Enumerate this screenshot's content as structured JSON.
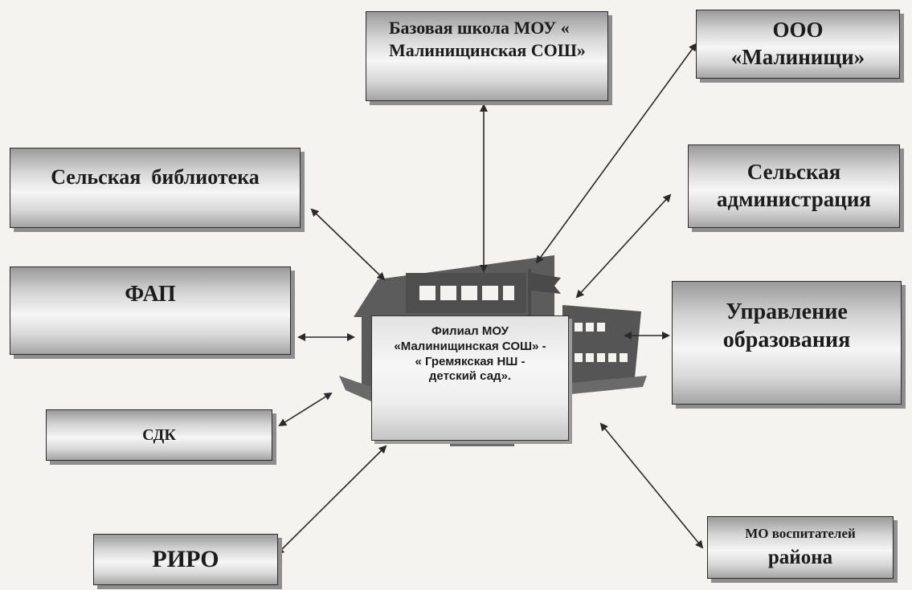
{
  "nodes": {
    "base_school": "Базовая школа    МОУ « Малинищинская СОШ»",
    "ooo": "ООО «Малинищи»",
    "library": "Сельская  библиотека",
    "administration": "Сельская администрация",
    "fap": "ФАП",
    "education_dept": "Управление образования",
    "sdk": "СДК",
    "riro": "РИРО",
    "mo_line1": "МО воспитателей",
    "mo_line2": "района",
    "center": "Филиал  МОУ «Малинищинская СОШ» - « Гремякская НШ - детский сад»."
  }
}
